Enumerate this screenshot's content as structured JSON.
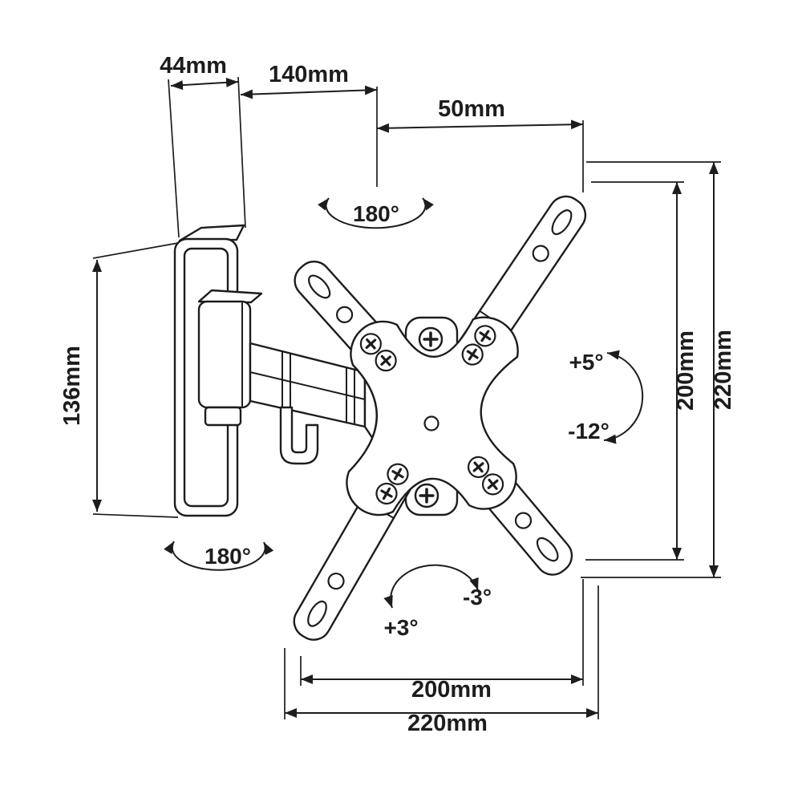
{
  "meta": {
    "background_color": "#ffffff",
    "line_color": "#1d1d1d",
    "drawing_subject": "tv-wall-mount-bracket-dimension-diagram"
  },
  "labels": {
    "depth": "44mm",
    "arm_length": "140mm",
    "offset": "50mm",
    "wall_plate_height": "136mm",
    "vesa_height": "200mm",
    "plate_height": "220mm",
    "vesa_width": "200mm",
    "plate_width": "220mm",
    "swivel_top": "180°",
    "swivel_bottom": "180°",
    "tilt_up": "+5°",
    "tilt_down": "-12°",
    "rotation_plus": "+3°",
    "rotation_minus": "-3°"
  }
}
